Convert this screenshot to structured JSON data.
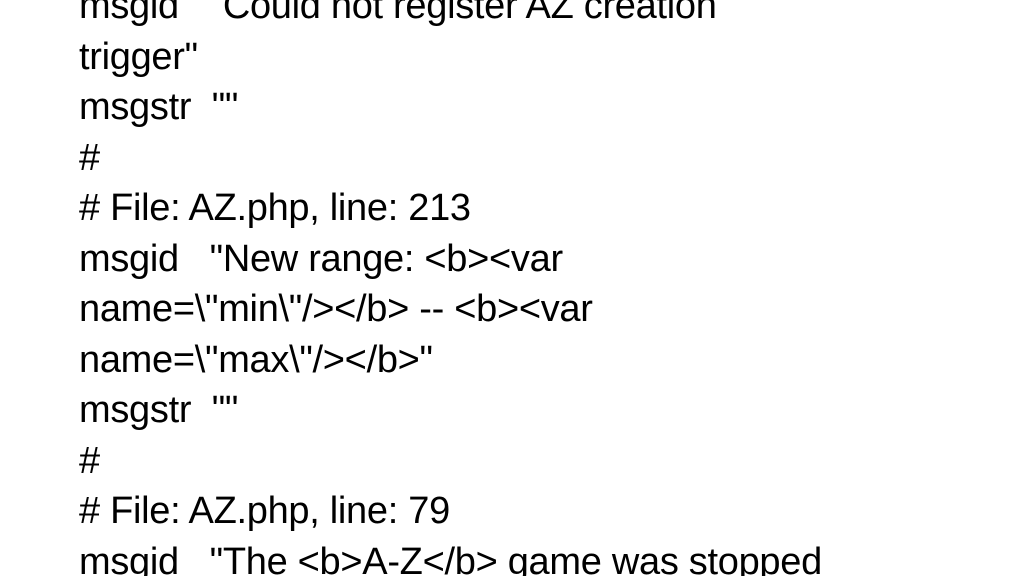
{
  "lines": [
    "msgid   \"Could not register AZ creation",
    "trigger\"",
    "msgstr  \"\"",
    "#",
    "# File: AZ.php, line: 213",
    "msgid   \"New range: <b><var",
    "name=\\\"min\\\"/></b> -- <b><var",
    "name=\\\"max\\\"/></b>\"",
    "msgstr  \"\"",
    "#",
    "# File: AZ.php, line: 79",
    "msgid   \"The <b>A-Z</b> game was stopped"
  ]
}
